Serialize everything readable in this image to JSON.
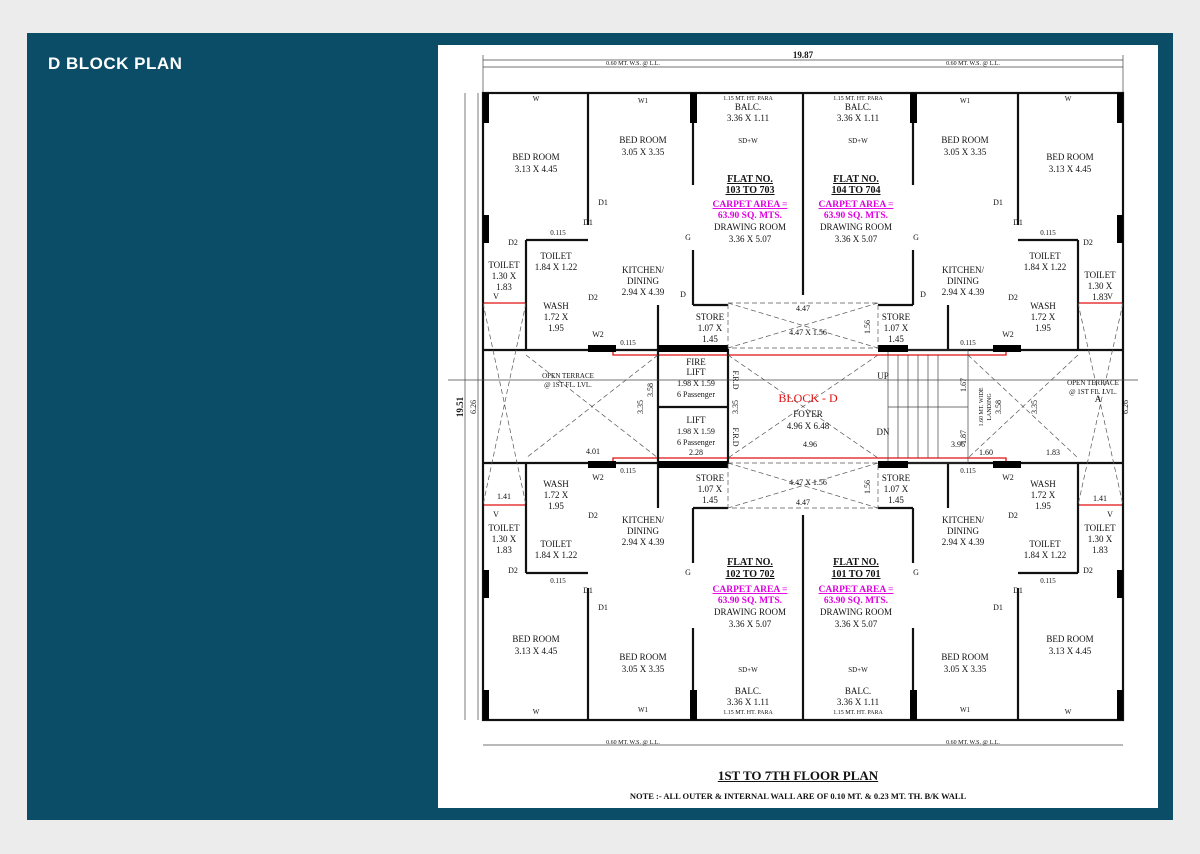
{
  "header": {
    "title": "D BLOCK PLAN"
  },
  "plan": {
    "heading": "1ST TO 7TH  FLOOR PLAN",
    "note": "NOTE :- ALL OUTER & INTERNAL WALL ARE OF 0.10 MT. & 0.23 MT. TH. B/K WALL",
    "overall_width": "19.87",
    "overall_depth": "19.51",
    "ws_label": "0.60 MT. W.S. @ L.L.",
    "block_label": "BLOCK - D",
    "flats": {
      "tl": {
        "no": "FLAT NO.",
        "range": "103 TO 703",
        "carpet1": "CARPET AREA =",
        "carpet2": "63.90 SQ. MTS."
      },
      "tr": {
        "no": "FLAT NO.",
        "range": "104 TO 704",
        "carpet1": "CARPET AREA =",
        "carpet2": "63.90 SQ. MTS."
      },
      "bl": {
        "no": "FLAT NO.",
        "range": "102 TO 702",
        "carpet1": "CARPET AREA =",
        "carpet2": "63.90 SQ. MTS."
      },
      "br": {
        "no": "FLAT NO.",
        "range": "101 TO 701",
        "carpet1": "CARPET AREA =",
        "carpet2": "63.90 SQ. MTS."
      }
    },
    "rooms": {
      "bed_room": "BED ROOM",
      "bed_big": "3.13 X 4.45",
      "bed_small": "3.05 X 3.35",
      "balc": "BALC.",
      "balc_size": "3.36 X 1.11",
      "para": "1.15 MT. HT. PARA",
      "sdw": "SD+W",
      "drawing": "DRAWING ROOM",
      "drawing_size": "3.36 X 5.07",
      "kitchen1": "KITCHEN/",
      "kitchen2": "DINING",
      "kitchen_size": "2.94 X 4.39",
      "toilet": "TOILET",
      "toilet_a": "1.30 X",
      "toilet_b": "1.83",
      "toilet2": "1.84 X 1.22",
      "wash": "WASH",
      "wash_a": "1.72 X",
      "wash_b": "1.95",
      "store": "STORE",
      "store_a": "1.07 X",
      "store_b": "1.45",
      "terrace1": "OPEN TERRACE",
      "terrace2": "@ 1ST FL. LVL.",
      "fire_lift": "FIRE",
      "fire_lift2": "LIFT",
      "lift": "LIFT",
      "lift_size": "1.98 X 1.59",
      "passenger": "6 Passenger",
      "foyer": "FOYER",
      "foyer_size": "4.96 X 6.48",
      "landing1": "1.60 MT. WIDE",
      "landing2": "LANDING",
      "up": "UP",
      "dn": "DN",
      "lobby": "4.47 X 1.56"
    },
    "dims": {
      "d447": "4.47",
      "d496": "4.96",
      "d156": "1.56",
      "d358": "3.58",
      "d335": "3.35",
      "d626": "6.26",
      "d141": "1.41",
      "d401": "4.01",
      "d228": "2.28",
      "d183": "1.83",
      "d160": "1.60",
      "d396": "3.96",
      "d167": "1.67",
      "d187": "1.87",
      "wall": "0.115"
    },
    "marks": {
      "w": "W",
      "w1": "W1",
      "w2": "W2",
      "d": "D",
      "d1": "D1",
      "d2": "D2",
      "g": "G",
      "v": "V",
      "frd": "F.R.D",
      "a": "A"
    }
  }
}
